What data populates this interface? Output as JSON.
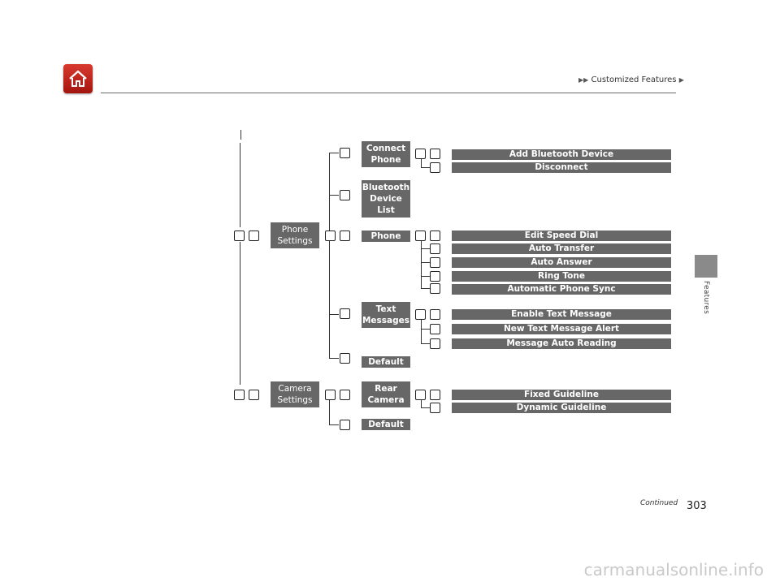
{
  "header": {
    "breadcrumb": "Customized Features",
    "home_icon": "home-icon"
  },
  "side_tab": "Features",
  "footer": {
    "continued": "Continued",
    "page_number": "303"
  },
  "watermark": "carmanualsonline.info",
  "diagram": {
    "level1": [
      "Phone Settings",
      "Camera Settings"
    ],
    "phone_children": [
      "Connect Phone",
      "Bluetooth Device List",
      "Phone",
      "Text Messages",
      "Default"
    ],
    "connect_phone_items": [
      "Add Bluetooth Device",
      "Disconnect"
    ],
    "phone_items": [
      "Edit Speed Dial",
      "Auto Transfer",
      "Auto Answer",
      "Ring Tone",
      "Automatic Phone Sync"
    ],
    "text_message_items": [
      "Enable Text Message",
      "New Text Message Alert",
      "Message Auto Reading"
    ],
    "camera_children": [
      "Rear Camera",
      "Default"
    ],
    "rear_camera_items": [
      "Fixed Guideline",
      "Dynamic Guideline"
    ]
  }
}
